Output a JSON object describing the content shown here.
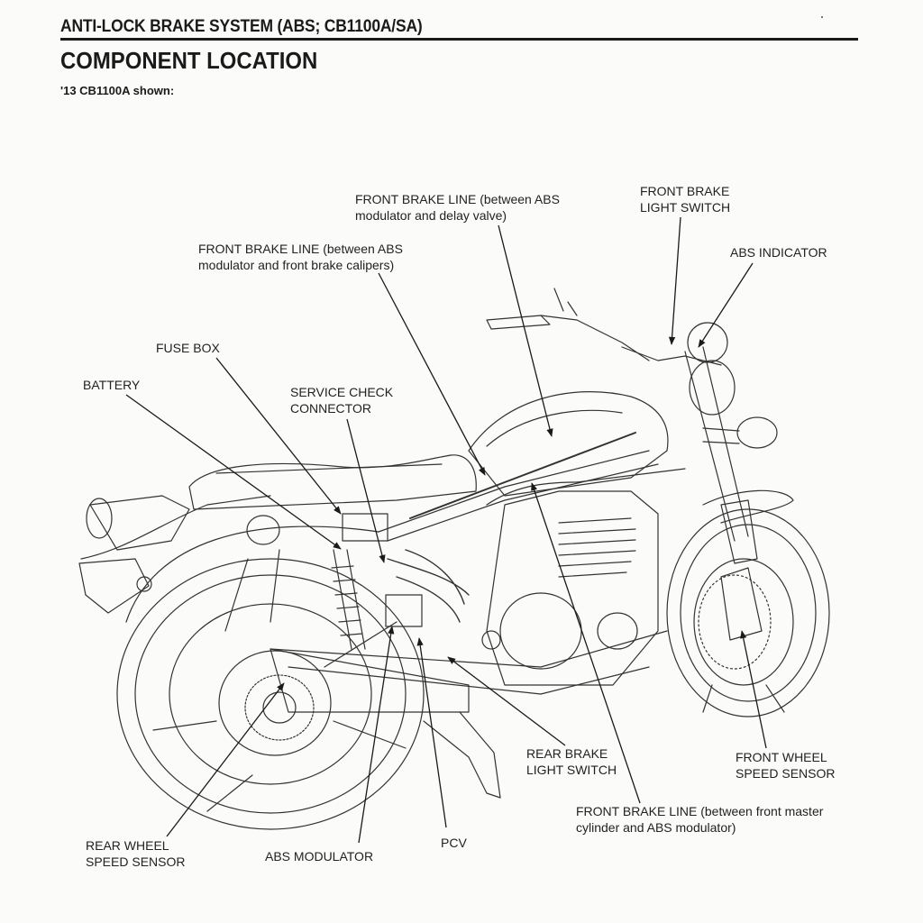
{
  "header": {
    "section_title": "ANTI-LOCK BRAKE SYSTEM (ABS; CB1100A/SA)",
    "page_title": "COMPONENT LOCATION",
    "subtitle": "'13 CB1100A shown:"
  },
  "callouts": {
    "front_brake_line_delay_valve": {
      "line1": "FRONT BRAKE LINE (between ABS",
      "line2": "modulator and delay valve)"
    },
    "front_brake_light_switch": {
      "line1": "FRONT BRAKE",
      "line2": "LIGHT SWITCH"
    },
    "abs_indicator": {
      "line1": "ABS INDICATOR"
    },
    "front_brake_line_calipers": {
      "line1": "FRONT BRAKE LINE (between ABS",
      "line2": "modulator and front brake calipers)"
    },
    "fuse_box": {
      "line1": "FUSE BOX"
    },
    "battery": {
      "line1": "BATTERY"
    },
    "service_check_connector": {
      "line1": "SERVICE CHECK",
      "line2": "CONNECTOR"
    },
    "rear_brake_light_switch": {
      "line1": "REAR BRAKE",
      "line2": "LIGHT SWITCH"
    },
    "front_wheel_speed_sensor": {
      "line1": "FRONT WHEEL",
      "line2": "SPEED SENSOR"
    },
    "front_brake_line_master": {
      "line1": "FRONT BRAKE LINE (between front master",
      "line2": "cylinder and ABS modulator)"
    },
    "rear_wheel_speed_sensor": {
      "line1": "REAR WHEEL",
      "line2": "SPEED SENSOR"
    },
    "abs_modulator": {
      "line1": "ABS MODULATOR"
    },
    "pcv": {
      "line1": "PCV"
    }
  },
  "colors": {
    "ink": "#1a1a1a",
    "paper": "#fbfbfa"
  }
}
